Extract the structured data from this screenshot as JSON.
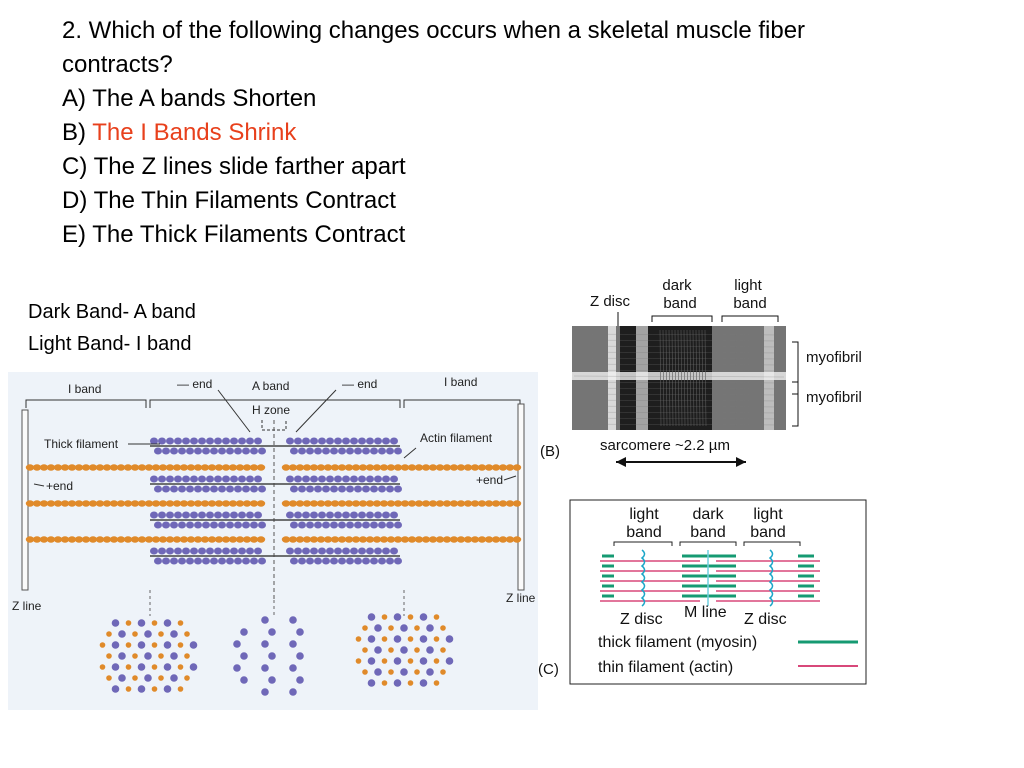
{
  "question": {
    "stem_line1": "2. Which of the following changes occurs when a skeletal muscle fiber",
    "stem_line2": "contracts?",
    "options": [
      {
        "letter": "A)",
        "text": "The A bands Shorten"
      },
      {
        "letter": "B)",
        "text": "The I Bands Shrink"
      },
      {
        "letter": "C)",
        "text": "The Z lines slide farther apart"
      },
      {
        "letter": "D)",
        "text": "The Thin Filaments Contract"
      },
      {
        "letter": "E)",
        "text": "The Thick Filaments Contract"
      }
    ],
    "highlight_color": "#e8401c"
  },
  "notes": {
    "line1": "Dark Band- A band",
    "line2": "Light Band- I band"
  },
  "left_figure": {
    "i_band_left": "I band",
    "end_left": "— end",
    "a_band": "A band",
    "end_right": "— end",
    "i_band_right": "I band",
    "h_zone": "H zone",
    "thick_filament": "Thick filament",
    "actin_filament": "Actin filament",
    "plus_end_left": "+end",
    "plus_end_right": "+end",
    "z_line_left": "Z line",
    "z_line_right": "Z line",
    "actin_color": "#e08a2a",
    "myosin_color": "#6f68b8"
  },
  "figure_b": {
    "z_disc": "Z disc",
    "dark_band": "dark band",
    "light_band": "light band",
    "myofibril_1": "myofibril",
    "myofibril_2": "myofibril",
    "sarcomere": "sarcomere ~2.2 µm",
    "panel": "(B)"
  },
  "figure_c": {
    "light_band_1": "light band",
    "dark_band": "dark band",
    "light_band_2": "light band",
    "z_disc_left": "Z disc",
    "m_line": "M line",
    "z_disc_right": "Z disc",
    "legend_thick": "thick filament (myosin)",
    "legend_thin": "thin filament (actin)",
    "thick_color": "#159a72",
    "thin_color": "#d8487a",
    "panel": "(C)"
  }
}
